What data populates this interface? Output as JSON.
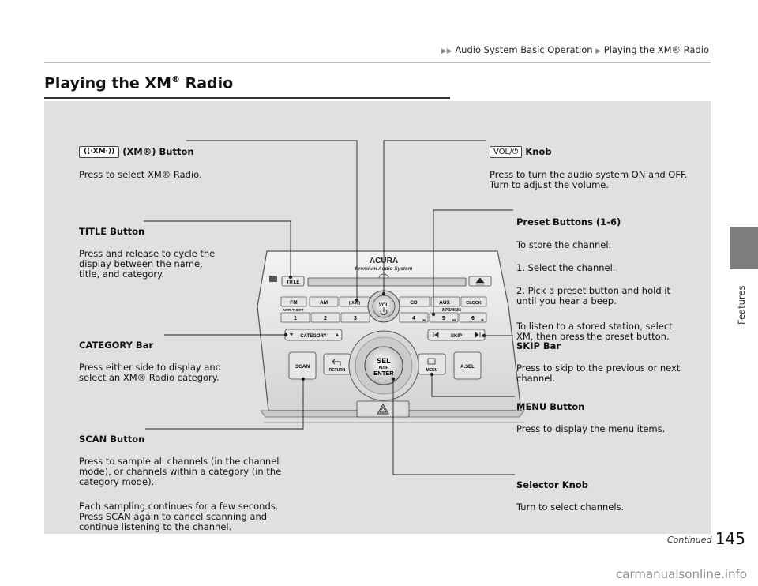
{
  "breadcrumb": {
    "part1": "Audio System Basic Operation",
    "part2": "Playing the XM® Radio"
  },
  "page_title": {
    "main": "Playing the XM",
    "sup": "®",
    "rest": " Radio"
  },
  "side_tab_label": "Features",
  "page_number": "145",
  "continued": "Continued",
  "footer_watermark": "carmanualsonline.info",
  "callouts": {
    "xm": {
      "icon_text": "((·XM·))",
      "title": "(XM®) Button",
      "desc": "Press to select XM® Radio."
    },
    "vol": {
      "icon_text": "VOL/⏻",
      "title": "Knob",
      "desc": "Press to turn the audio system ON and OFF.\nTurn to adjust the volume."
    },
    "title_btn": {
      "title": "TITLE Button",
      "desc": "Press and release to cycle the\ndisplay between the name,\ntitle, and category."
    },
    "preset": {
      "title": "Preset Buttons (1-6)",
      "intro": "To store the channel:",
      "step1": "1. Select the channel.",
      "step2": "2. Pick a preset button and hold it\n    until you hear a beep.",
      "listen": "To listen to a stored station, select\nXM, then press the preset button."
    },
    "category": {
      "title": "CATEGORY Bar",
      "desc": "Press either side to display and\nselect an XM® Radio category."
    },
    "skip": {
      "title": "SKIP Bar",
      "desc": "Press to skip to the previous or next\nchannel."
    },
    "menu": {
      "title": "MENU Button",
      "desc": "Press to display the menu items."
    },
    "scan": {
      "title": "SCAN Button",
      "desc": "Press to sample all channels (in the channel\nmode), or channels within a category (in the\ncategory mode).",
      "desc2": "Each sampling continues for a few seconds.\nPress SCAN again to cancel scanning and\ncontinue listening to the channel."
    },
    "selector": {
      "title": "Selector Knob",
      "desc": "Turn to select channels."
    }
  },
  "unit": {
    "brand": "ACURA",
    "brand_sub": "Premium Audio System",
    "title_btn": "TITLE",
    "fm": "FM",
    "am": "AM",
    "xm": "((XM))",
    "cd": "CD",
    "aux": "AUX",
    "clock": "CLOCK",
    "anti_theft": "ANTI-THEFT",
    "mp3": "MP3/WMA",
    "presets": [
      "1",
      "2",
      "3",
      "4",
      "5",
      "6"
    ],
    "category": "CATEGORY",
    "skip": "SKIP",
    "scan": "SCAN",
    "return": "RETURN",
    "sel": "SEL",
    "push": "PUSH",
    "enter": "ENTER",
    "menu": "MENU",
    "asel": "A.SEL",
    "vol": "VOL",
    "h": "H",
    "m": "M",
    "r": "R"
  }
}
